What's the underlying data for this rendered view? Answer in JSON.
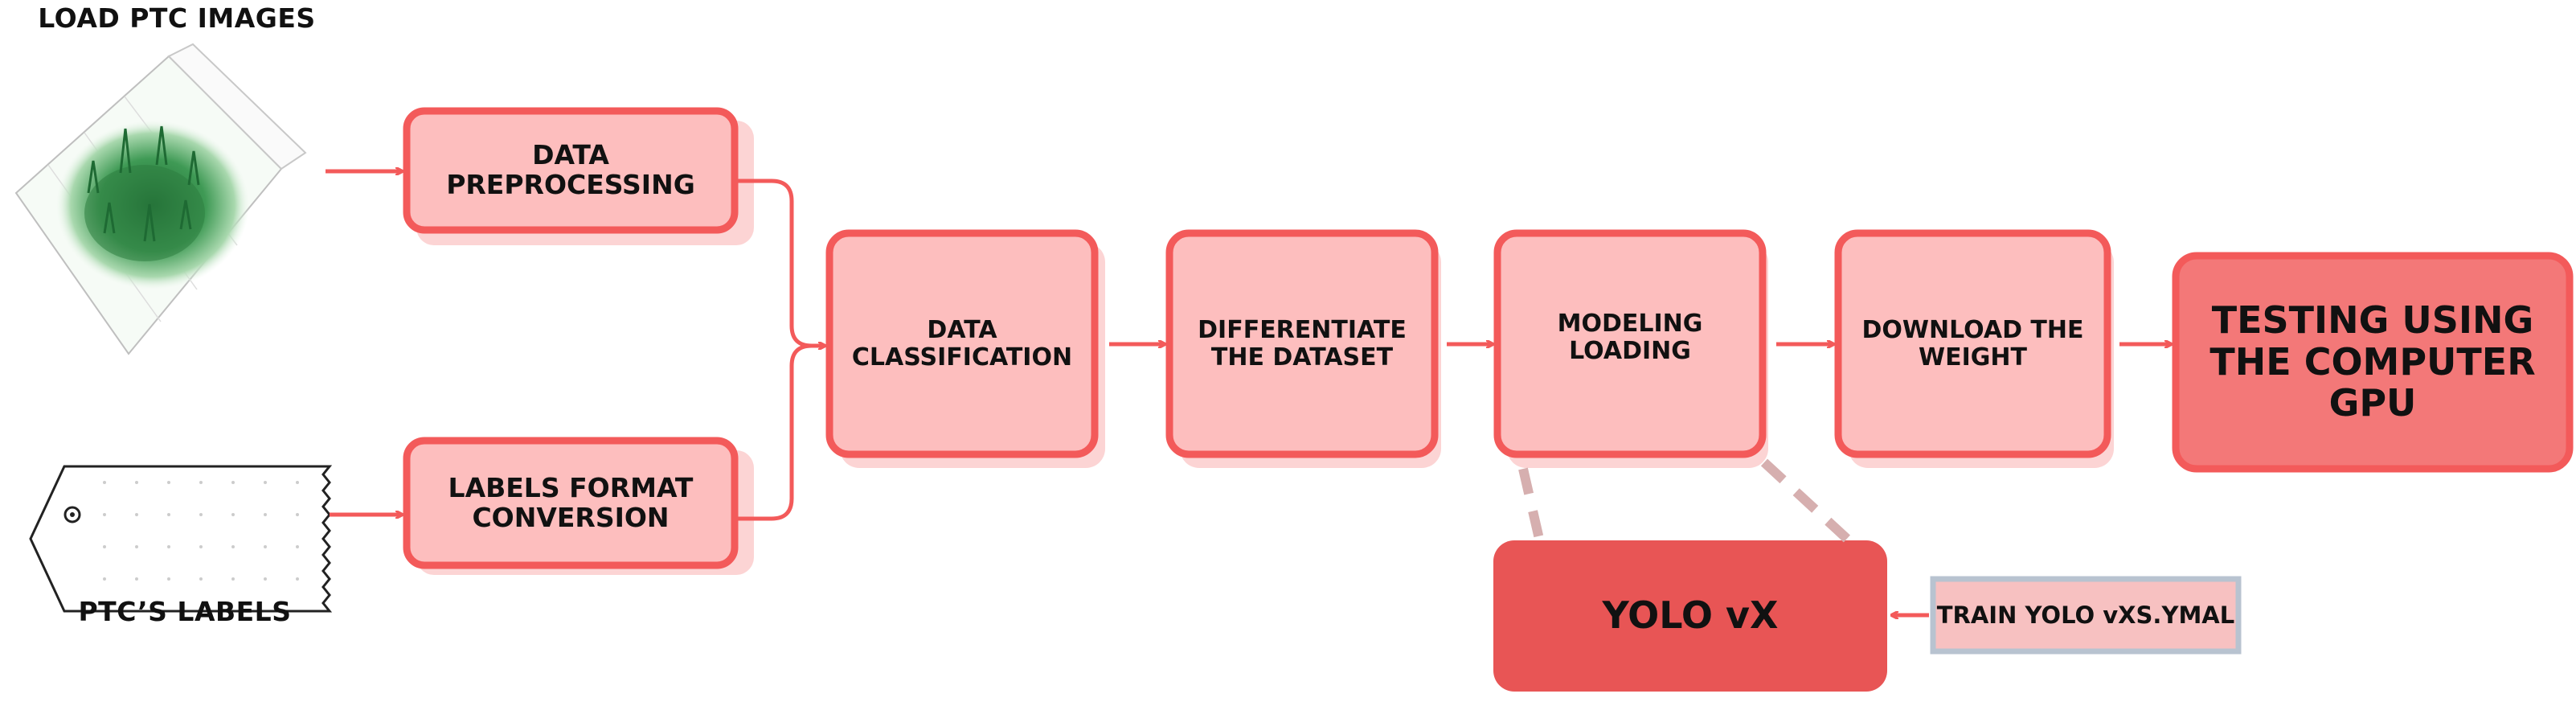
{
  "diagram": {
    "inputs": {
      "images_label": "LOAD PTC IMAGES",
      "labels_label": "PTC’S LABELS"
    },
    "steps": {
      "preprocessing": "DATA\nPREPROCESSING",
      "labels_conversion": "LABELS FORMAT\nCONVERSION",
      "classification": "DATA\nCLASSIFICATION",
      "differentiate": "DIFFERENTIATE\nTHE DATASET",
      "modeling": "MODELING\nLOADING",
      "download": "DOWNLOAD THE\nWEIGHT",
      "testing": "TESTING USING\nTHE COMPUTER\nGPU"
    },
    "model": {
      "name": "YOLO vX",
      "config": "TRAIN YOLO vXS.YMAL"
    }
  },
  "colors": {
    "box_fill": "#FDBEBE",
    "box_border": "#F35A5A",
    "box_shadow": "#FCD4D4",
    "strong_fill": "#F37878",
    "yolo_fill": "#E85555",
    "arrow": "#F35A5A",
    "dashed_link": "#D6AFAF",
    "config_fill": "#F7C1C1",
    "config_border": "#B8C3D0",
    "plot_green": "#2E7D3F"
  }
}
